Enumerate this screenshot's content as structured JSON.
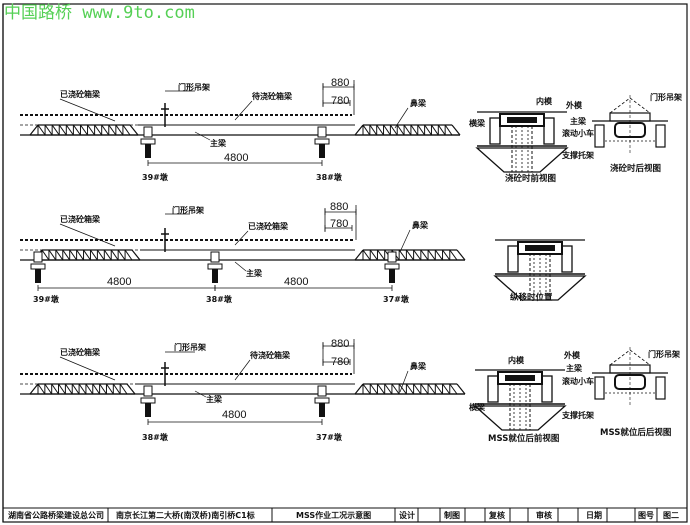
{
  "watermark": "中国路桥 www.9to.com",
  "colors": {
    "ink": "#111111",
    "watermark": "#55d055",
    "paper": "#ffffff"
  },
  "row1": {
    "cast_girder": "已浇砼箱梁",
    "gantry": "门形吊架",
    "pending_girder": "待浇砼箱梁",
    "dim_880": "880",
    "dim_780": "780",
    "nose": "鼻梁",
    "main_girder": "主梁",
    "span": "4800",
    "pier_left": "39#墩",
    "pier_right": "38#墩",
    "front_view": {
      "inner_form": "内模",
      "outer_form": "外模",
      "cross_beam": "横梁",
      "main_girder": "主梁",
      "trolley": "滚动小车",
      "bracket": "支撑托架",
      "caption": "浇砼时前视图"
    },
    "back_view": {
      "gantry": "门形吊架",
      "caption": "浇砼时后视图"
    }
  },
  "row2": {
    "cast_girder_left": "已浇砼箱梁",
    "gantry": "门形吊架",
    "cast_girder_right": "已浇砼箱梁",
    "dim_880": "880",
    "dim_780": "780",
    "nose": "鼻梁",
    "main_girder": "主梁",
    "span_left": "4800",
    "span_right": "4800",
    "pier_1": "39#墩",
    "pier_2": "38#墩",
    "pier_3": "37#墩",
    "section_caption": "纵移时位置"
  },
  "row3": {
    "cast_girder": "已浇砼箱梁",
    "gantry": "门形吊架",
    "pending_girder": "待浇砼箱梁",
    "dim_880": "880",
    "dim_780": "780",
    "nose": "鼻梁",
    "main_girder": "主梁",
    "span": "4800",
    "pier_left": "38#墩",
    "pier_right": "37#墩",
    "front_view": {
      "inner_form": "内模",
      "outer_form": "外模",
      "cross_beam": "横梁",
      "main_girder": "主梁",
      "trolley": "滚动小车",
      "bracket": "支撑托架",
      "caption": "MSS就位后前视图"
    },
    "back_view": {
      "gantry": "门形吊架",
      "caption": "MSS就位后后视图"
    }
  },
  "title_block": {
    "company": "湖南省公路桥梁建设总公司",
    "project": "南京长江第二大桥(南汊桥)南引桥C1标",
    "drawing_title": "MSS作业工况示意图",
    "design": "设计",
    "drafting": "制图",
    "check": "复核",
    "review": "审核",
    "date": "日期",
    "drawing_no_label": "图号",
    "drawing_no": "图二"
  }
}
